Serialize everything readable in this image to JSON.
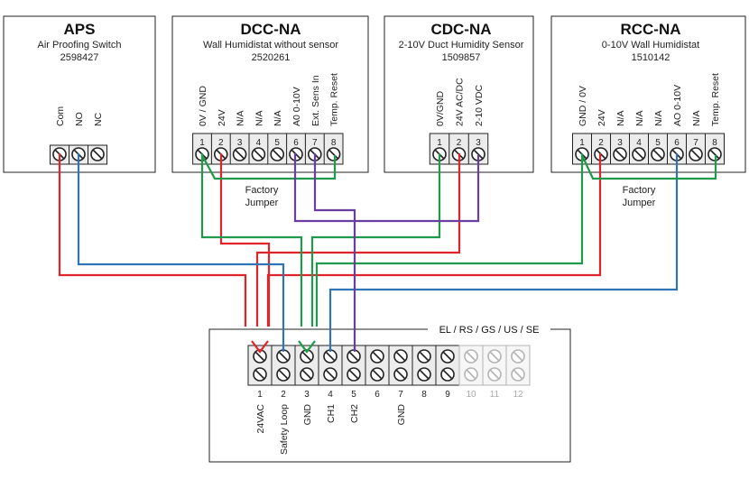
{
  "devices": {
    "aps": {
      "title": "APS",
      "description": "Air Proofing Switch",
      "part": "2598427",
      "terminals": [
        "Com",
        "NO",
        "NC"
      ]
    },
    "dcc": {
      "title": "DCC-NA",
      "description": "Wall Humidistat without sensor",
      "part": "2520261",
      "terminals": [
        "0V / GND",
        "24V",
        "N/A",
        "N/A",
        "N/A",
        "A0 0-10V",
        "Ext. Sens In",
        "Temp. Reset"
      ],
      "numbers": [
        "1",
        "2",
        "3",
        "4",
        "5",
        "6",
        "7",
        "8"
      ],
      "jumper_line1": "Factory",
      "jumper_line2": "Jumper"
    },
    "cdc": {
      "title": "CDC-NA",
      "description": "2-10V Duct Humidity Sensor",
      "part": "1509857",
      "terminals": [
        "0V/GND",
        "24V AC/DC",
        "2-10 VDC"
      ],
      "numbers": [
        "1",
        "2",
        "3"
      ]
    },
    "rcc": {
      "title": "RCC-NA",
      "description": "0-10V Wall Humidistat",
      "part": "1510142",
      "terminals": [
        "GND / 0V",
        "24V",
        "N/A",
        "N/A",
        "N/A",
        "AO 0-10V",
        "N/A",
        "Temp. Reset"
      ],
      "numbers": [
        "1",
        "2",
        "3",
        "4",
        "5",
        "6",
        "7",
        "8"
      ],
      "jumper_line1": "Factory",
      "jumper_line2": "Jumper"
    }
  },
  "controller": {
    "header": "EL / RS / GS / US / SE",
    "numbers": [
      "1",
      "2",
      "3",
      "4",
      "5",
      "6",
      "7",
      "8",
      "9",
      "10",
      "11",
      "12"
    ],
    "labels": [
      "24VAC",
      "Safety Loop",
      "GND",
      "CH1",
      "CH2",
      "",
      "GND",
      "",
      "",
      "",
      "",
      ""
    ]
  },
  "colors": {
    "red": "#e0242b",
    "blue": "#2f74b7",
    "green": "#1e9a4a",
    "purple": "#6a3ea0",
    "terminal_fill": "#ececec",
    "inactive": "#b4b4b4"
  }
}
